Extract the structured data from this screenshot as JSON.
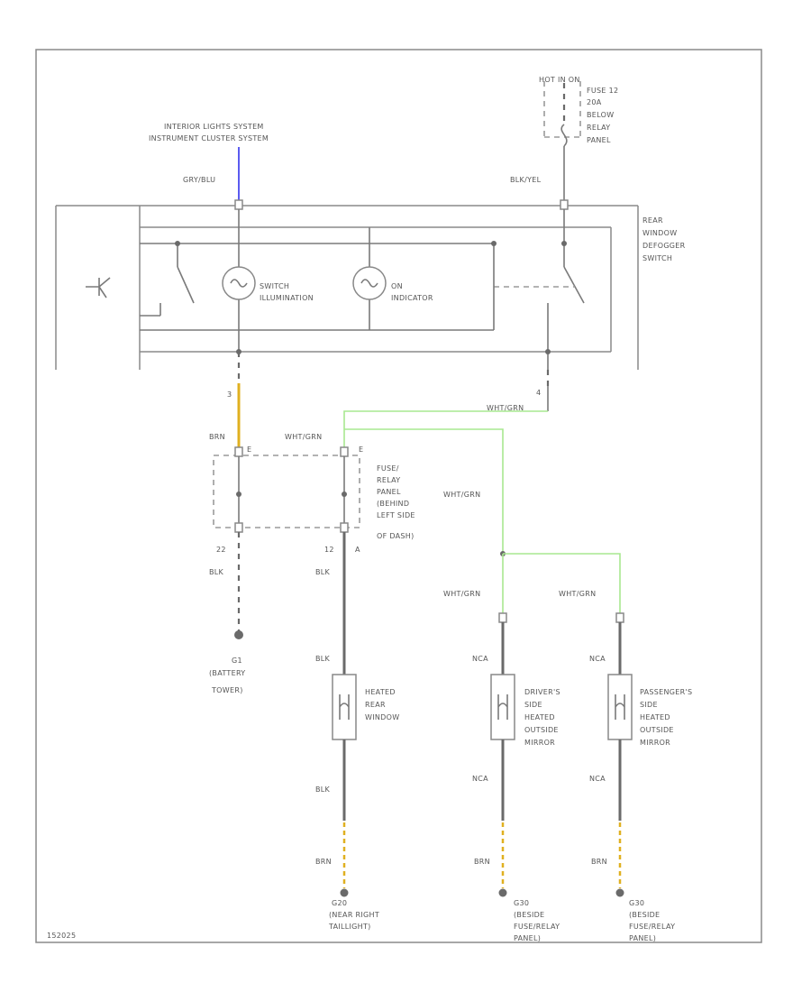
{
  "colors": {
    "wire": "#7a7a7a",
    "gry_blu": "#5b5bf0",
    "brn": "#e0b020",
    "wht_grn": "#a8e890"
  },
  "labels": {
    "interior_lights": "INTERIOR LIGHTS SYSTEM",
    "instrument_cluster": "INSTRUMENT CLUSTER SYSTEM",
    "gry_blu": "GRY/BLU",
    "hot_in_on": "HOT IN ON",
    "fuse_12": "FUSE 12",
    "fuse_20a": "20A",
    "fuse_below": "BELOW",
    "fuse_relay": "RELAY",
    "fuse_panel": "PANEL",
    "blk_yel": "BLK/YEL",
    "switch_l1": "REAR",
    "switch_l2": "WINDOW",
    "switch_l3": "DEFOGGER",
    "switch_l4": "SWITCH",
    "switch_illum_1": "SWITCH",
    "switch_illum_2": "ILLUMINATION",
    "on_indicator_1": "ON",
    "on_indicator_2": "INDICATOR",
    "pin_4": "4",
    "wht_grn_top": "WHT/GRN",
    "pin_3": "3",
    "brn": "BRN",
    "pin_e": "E",
    "wht_grn_mid": "WHT/GRN",
    "pin_e2": "E",
    "fuse_relay_panel_1": "FUSE/",
    "fuse_relay_panel_2": "RELAY",
    "fuse_relay_panel_3": "PANEL",
    "fuse_relay_panel_4": "(BEHIND",
    "fuse_relay_panel_5": "LEFT SIDE",
    "fuse_relay_panel_6": "OF DASH)",
    "wht_grn_right": "WHT/GRN",
    "pin_22": "22",
    "pin_12": "12",
    "pin_a": "A",
    "blk_left": "BLK",
    "blk_mid": "BLK",
    "wht_grn_a": "WHT/GRN",
    "wht_grn_b": "WHT/GRN",
    "g1": "G1",
    "battery_1": "(BATTERY",
    "battery_2": "TOWER)",
    "blk_mid2": "BLK",
    "nca_a": "NCA",
    "nca_b": "NCA",
    "heated_rear_1": "HEATED",
    "heated_rear_2": "REAR",
    "heated_rear_3": "WINDOW",
    "drivers_1": "DRIVER'S",
    "drivers_2": "SIDE",
    "drivers_3": "HEATED",
    "drivers_4": "OUTSIDE",
    "drivers_5": "MIRROR",
    "pass_1": "PASSENGER'S",
    "pass_2": "SIDE",
    "pass_3": "HEATED",
    "pass_4": "OUTSIDE",
    "pass_5": "MIRROR",
    "blk_low": "BLK",
    "nca_low_a": "NCA",
    "nca_low_b": "NCA",
    "brn_low_1": "BRN",
    "brn_low_2": "BRN",
    "brn_low_3": "BRN",
    "g_rear_1": "G20",
    "g_rear_2": "(NEAR RIGHT",
    "g_rear_3": "TAILLIGHT)",
    "g_mid_1": "G30",
    "g_mid_2": "(BESIDE",
    "g_mid_3": "FUSE/RELAY",
    "g_mid_4": "PANEL)",
    "g_right_1": "G30",
    "g_right_2": "(BESIDE",
    "g_right_3": "FUSE/RELAY",
    "g_right_4": "PANEL)",
    "figure_id": "152025"
  }
}
